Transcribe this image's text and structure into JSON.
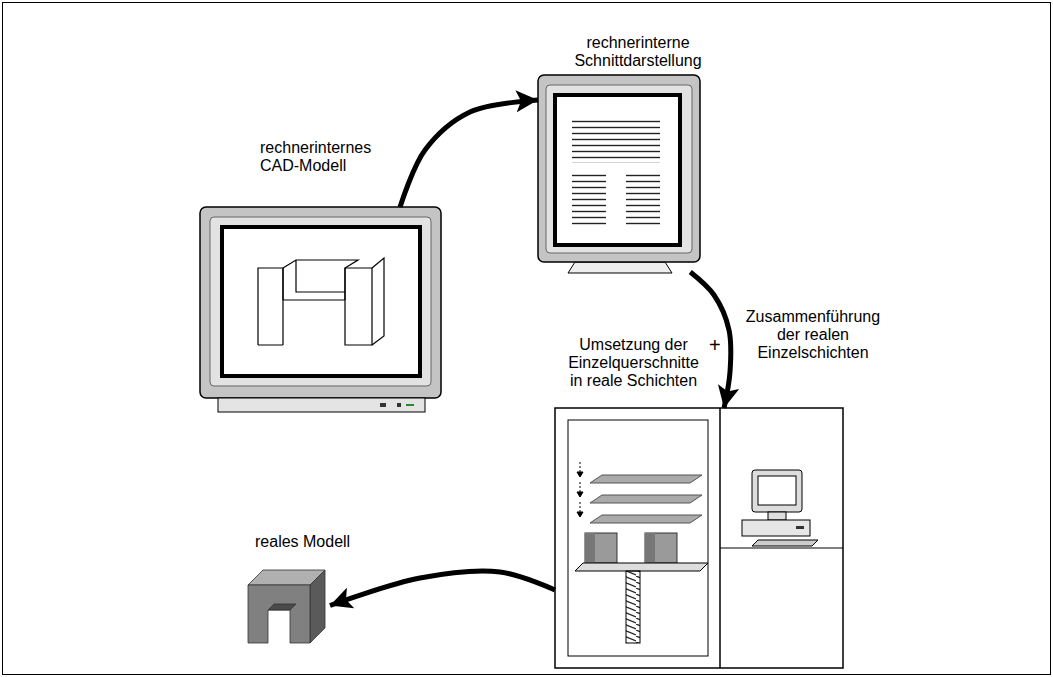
{
  "diagram": {
    "nodes": [
      {
        "text": [
          "rechnerinternes CAD-Modell"
        ]
      },
      {
        "text": [
          "rechnerinterne Schnittdarstellung"
        ]
      },
      {
        "text": [
          "Umsetzung der Einzelquerschnitte in reale Schichten",
          "+",
          "Zusammenführung der realen Einzelschichten"
        ]
      },
      {
        "text": [
          "reales Modell"
        ]
      }
    ],
    "edges": [
      {
        "from": 0,
        "to": 1,
        "arrow": "to"
      },
      {
        "from": 1,
        "to": 2,
        "arrow": "to"
      },
      {
        "from": 2,
        "to": 3,
        "arrow": "to"
      }
    ]
  }
}
